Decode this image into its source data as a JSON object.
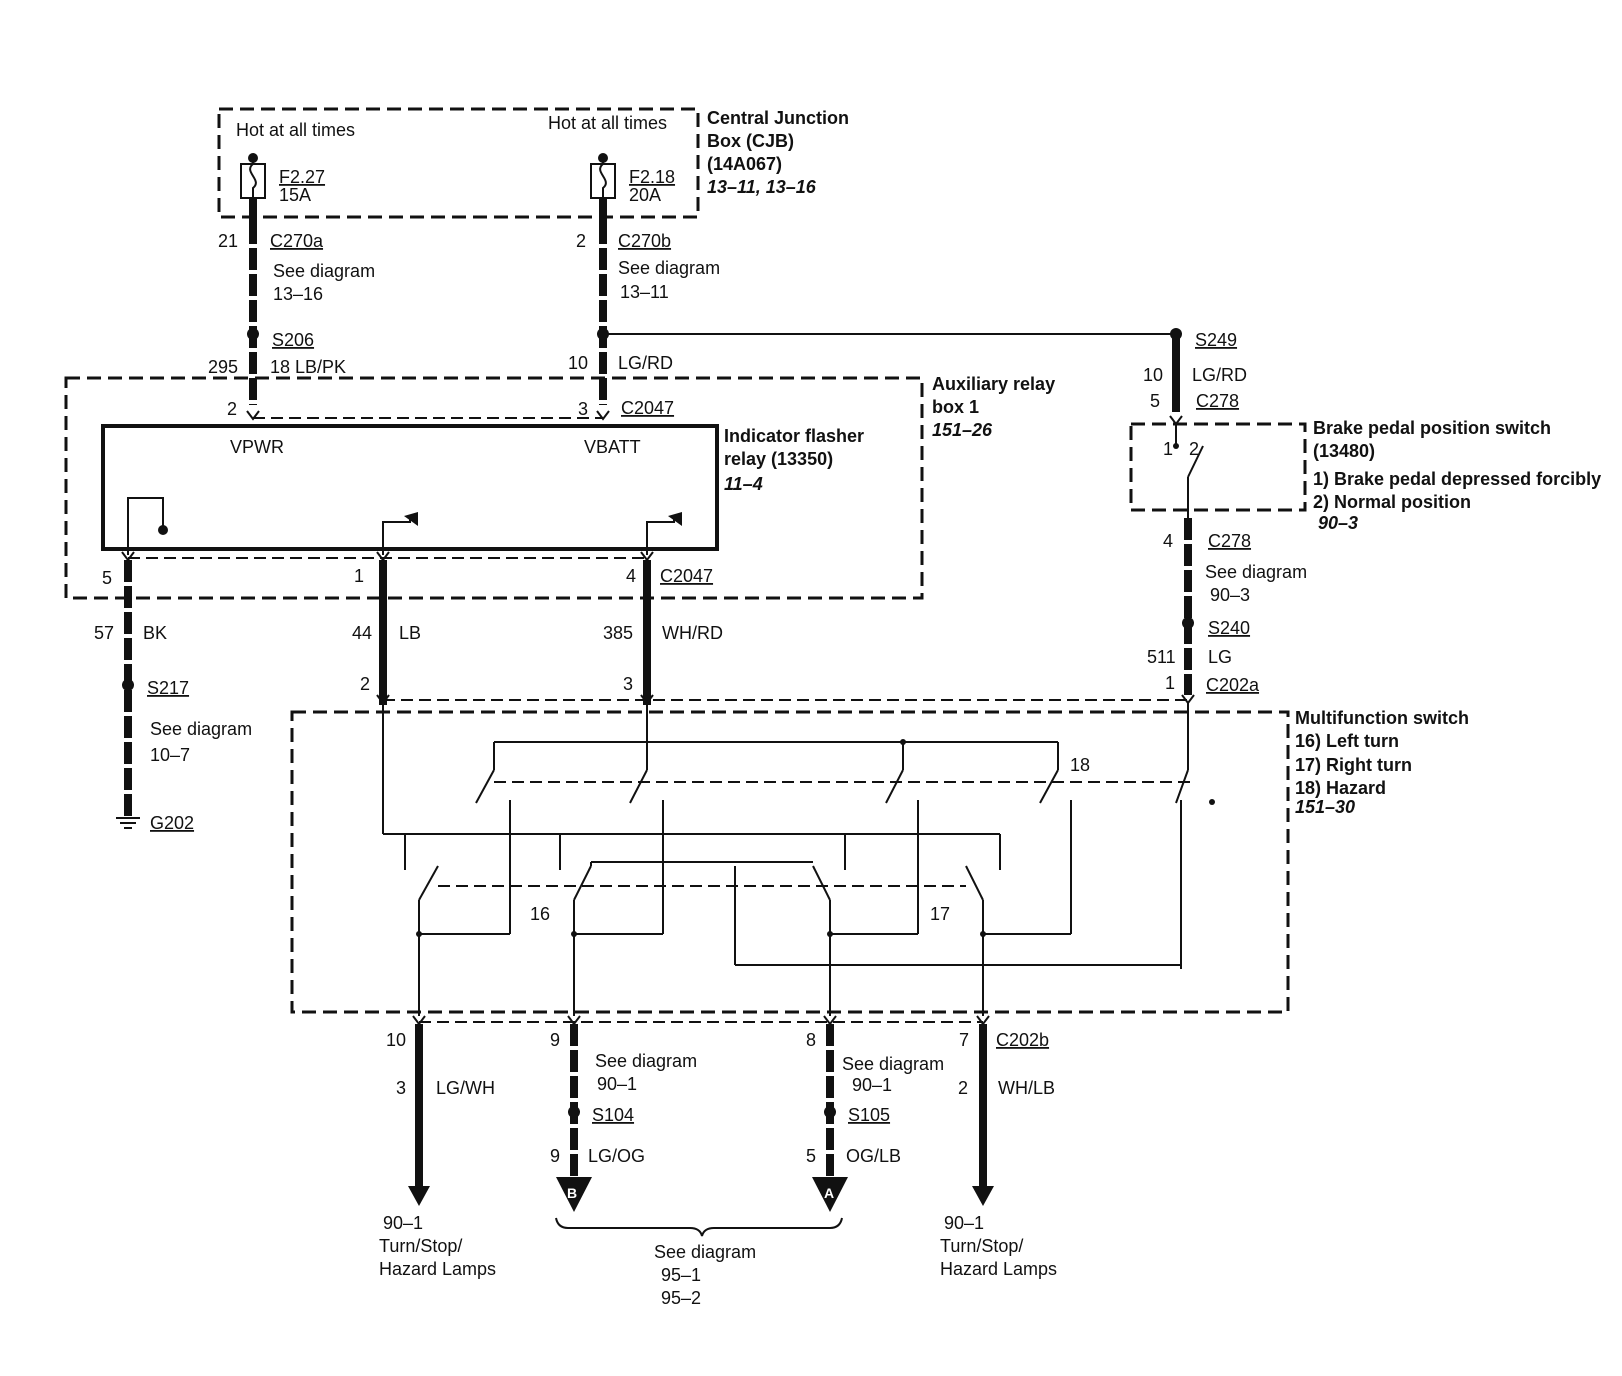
{
  "cjb": {
    "hot_left": "Hot at all times",
    "hot_right": "Hot at all times",
    "title1": "Central Junction",
    "title2": "Box (CJB)",
    "part": "(14A067)",
    "ref": "13–11, 13–16",
    "fuse_left_id": "F2.27",
    "fuse_left_amp": "15A",
    "fuse_right_id": "F2.18",
    "fuse_right_amp": "20A"
  },
  "upper": {
    "pin21": "21",
    "c270a": "C270a",
    "see_a1": "See diagram",
    "see_a2": "13–16",
    "pin2": "2",
    "c270b": "C270b",
    "see_b1": "See diagram",
    "see_b2": "13–11",
    "s206": "S206",
    "c295": "295",
    "w295": "18 LB/PK",
    "c10": "10",
    "w10": "LG/RD"
  },
  "aux": {
    "title1": "Auxiliary relay",
    "title2": "box 1",
    "ref": "151–26",
    "pin2": "2",
    "pin3": "3",
    "c2047_top": "C2047",
    "relay1": "Indicator flasher",
    "relay2": "relay (13350)",
    "relay_ref": "11–4",
    "vpwr": "VPWR",
    "vbatt": "VBATT",
    "pin5": "5",
    "pin1": "1",
    "pin4": "4",
    "c2047_bot": "C2047"
  },
  "brake": {
    "s249": "S249",
    "c10": "10",
    "w10": "LG/RD",
    "pin5": "5",
    "c278": "C278",
    "title1": "Brake pedal position switch",
    "title2": "(13480)",
    "opt1": "1) Brake pedal depressed forcibly",
    "opt2": "2) Normal position",
    "ref": "90–3",
    "sw1": "1",
    "sw2": "2",
    "pin4": "4",
    "c278b": "C278",
    "see1": "See diagram",
    "see2": "90–3",
    "s240": "S240",
    "c511": "511",
    "w511": "LG",
    "pin1": "1",
    "c202a": "C202a"
  },
  "mid": {
    "c57": "57",
    "w57": "BK",
    "s217": "S217",
    "see1": "See diagram",
    "see2": "10–7",
    "g202": "G202",
    "c44": "44",
    "w44": "LB",
    "c385": "385",
    "w385": "WH/RD",
    "pin2": "2",
    "pin3": "3"
  },
  "mfs": {
    "title": "Multifunction switch",
    "opt16": "16) Left turn",
    "opt17": "17) Right turn",
    "opt18": "18) Hazard",
    "ref": "151–30",
    "n16": "16",
    "n17": "17",
    "n18": "18"
  },
  "bottom": {
    "p10": "10",
    "p9": "9",
    "p8": "8",
    "p7": "7",
    "c202b": "C202b",
    "p3": "3",
    "w3": "LG/WH",
    "see9a": "See diagram",
    "see9b": "90–1",
    "see8a": "See diagram",
    "see8b": "90–1",
    "p2": "2",
    "w2": "WH/LB",
    "s104": "S104",
    "s105": "S105",
    "p9b": "9",
    "w9b": "LG/OG",
    "p5": "5",
    "w5": "OG/LB",
    "arrow_b": "B",
    "arrow_a": "A",
    "left_ref": "90–1",
    "left_l1": "Turn/Stop/",
    "left_l2": "Hazard Lamps",
    "right_ref": "90–1",
    "right_l1": "Turn/Stop/",
    "right_l2": "Hazard Lamps",
    "see_mid1": "See diagram",
    "see_mid2": "95–1",
    "see_mid3": "95–2"
  }
}
